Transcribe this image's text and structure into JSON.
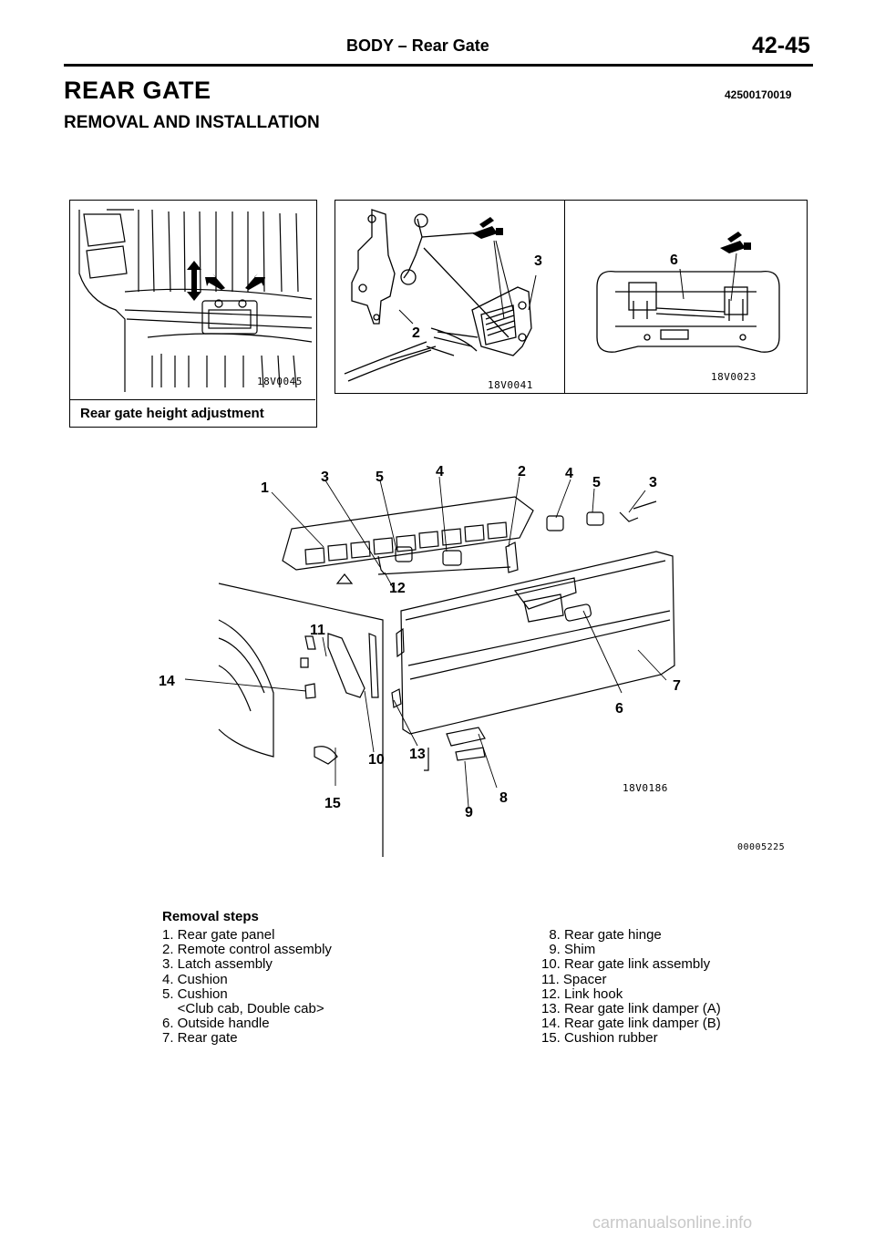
{
  "header": {
    "section": "BODY – Rear Gate",
    "page": "42-45"
  },
  "title": "REAR GATE",
  "doc_id": "42500170019",
  "subtitle": "REMOVAL AND INSTALLATION",
  "figures": {
    "height_adjust": {
      "code": "18V0045",
      "caption": "Rear gate height adjustment"
    },
    "remote_latch": {
      "code": "18V0041",
      "labels": [
        "2",
        "3"
      ]
    },
    "outside_handle": {
      "code": "18V0023",
      "labels": [
        "6"
      ]
    },
    "main": {
      "code": "18V0186",
      "page_code": "00005225",
      "callouts": [
        "1",
        "3",
        "5",
        "4",
        "2",
        "4",
        "5",
        "3",
        "12",
        "11",
        "14",
        "7",
        "6",
        "10",
        "13",
        "8",
        "15",
        "9"
      ]
    }
  },
  "removal_steps": {
    "heading": "Removal steps",
    "left": [
      "1. Rear gate panel",
      "2. Remote control assembly",
      "3. Latch assembly",
      "4. Cushion",
      "5. Cushion",
      "    <Club cab, Double cab>",
      "6. Outside handle",
      "7. Rear gate"
    ],
    "right": [
      "  8. Rear gate hinge",
      "  9. Shim",
      "10. Rear gate link assembly",
      "11. Spacer",
      "12. Link hook",
      "13. Rear gate link damper (A)",
      "14. Rear gate link damper (B)",
      "15. Cushion rubber"
    ]
  },
  "watermark": "carmanualsonline.info"
}
